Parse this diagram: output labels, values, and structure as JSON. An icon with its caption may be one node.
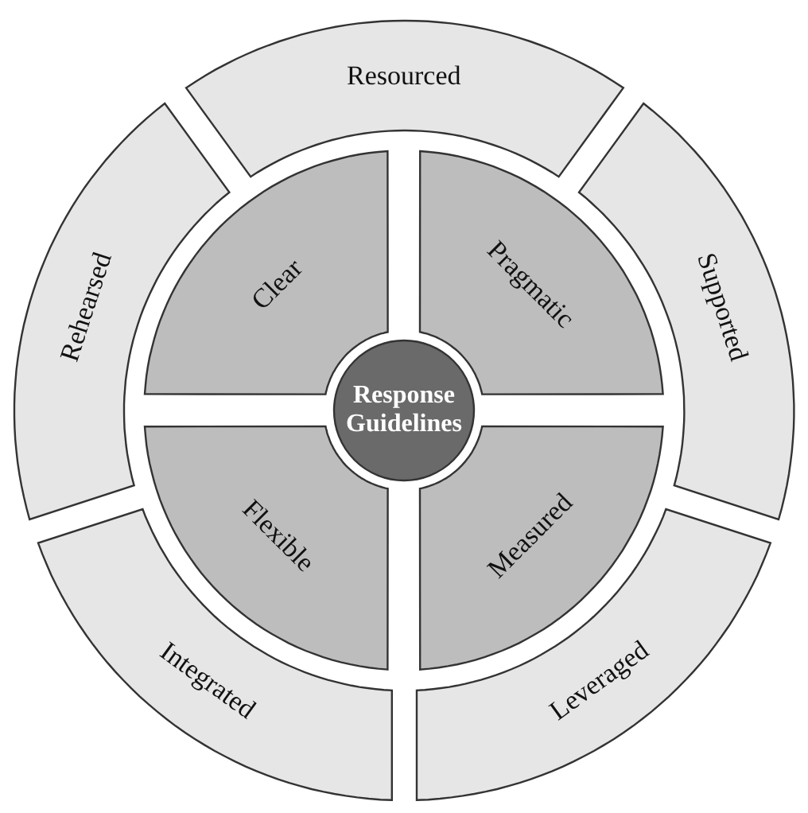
{
  "diagram": {
    "nodes": [
      {
        "text": [
          "Response Guidelines"
        ]
      },
      {
        "text": [
          "Clear"
        ]
      },
      {
        "text": [
          "Pragmatic"
        ]
      },
      {
        "text": [
          "Flexible"
        ]
      },
      {
        "text": [
          "Measured"
        ]
      },
      {
        "text": [
          "Resourced"
        ]
      },
      {
        "text": [
          "Supported"
        ]
      },
      {
        "text": [
          "Leveraged"
        ]
      },
      {
        "text": [
          "Integrated"
        ]
      },
      {
        "text": [
          "Rehearsed"
        ]
      }
    ]
  }
}
